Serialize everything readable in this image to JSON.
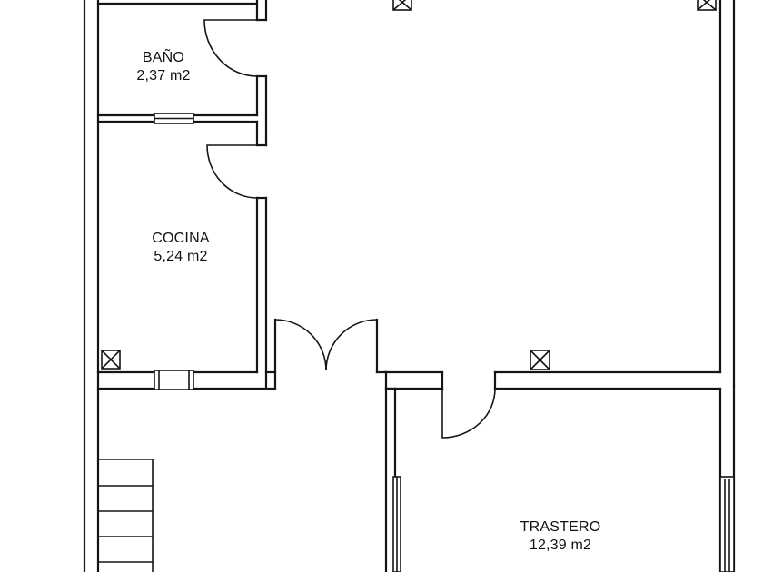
{
  "colors": {
    "line": "#151515",
    "background": "#ffffff"
  },
  "rooms": [
    {
      "id": "bano",
      "name": "BAÑO",
      "area": "2,37  m2"
    },
    {
      "id": "cocina",
      "name": "COCINA",
      "area": "5,24  m2"
    },
    {
      "id": "trastero",
      "name": "TRASTERO",
      "area": "12,39  m2"
    }
  ],
  "icons": [
    "ventilation-shaft-icon",
    "door-swing-icon",
    "window-icon",
    "stair-icon"
  ]
}
